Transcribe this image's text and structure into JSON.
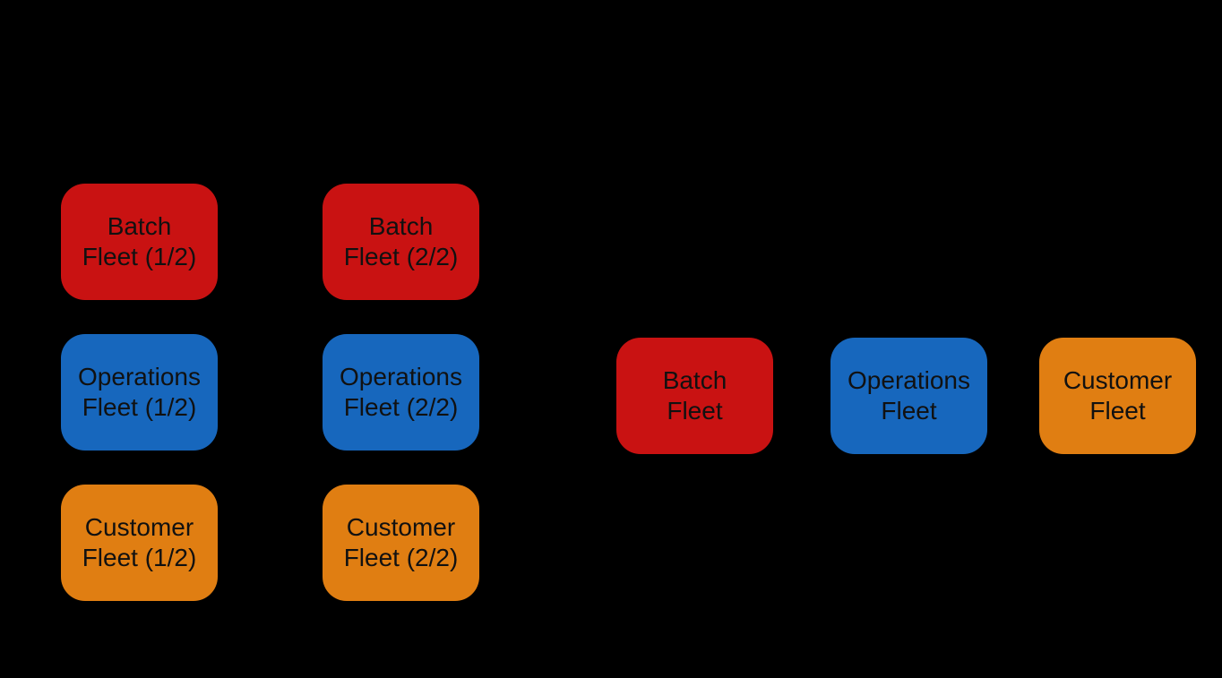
{
  "canvas": {
    "background": "#000000",
    "text_color": "#111111"
  },
  "colors": {
    "batch_red": "#c91212",
    "operations_blue": "#1767bd",
    "customer_orange": "#e07e12"
  },
  "left_group": {
    "columns": [
      {
        "boxes": [
          {
            "label": "Batch\nFleet (1/2)",
            "color": "#c91212"
          },
          {
            "label": "Operations\nFleet (1/2)",
            "color": "#1767bd"
          },
          {
            "label": "Customer\nFleet (1/2)",
            "color": "#e07e12"
          }
        ]
      },
      {
        "boxes": [
          {
            "label": "Batch\nFleet (2/2)",
            "color": "#c91212"
          },
          {
            "label": "Operations\nFleet (2/2)",
            "color": "#1767bd"
          },
          {
            "label": "Customer\nFleet (2/2)",
            "color": "#e07e12"
          }
        ]
      }
    ]
  },
  "right_group": {
    "boxes": [
      {
        "label": "Batch\nFleet",
        "color": "#c91212"
      },
      {
        "label": "Operations\nFleet",
        "color": "#1767bd"
      },
      {
        "label": "Customer\nFleet",
        "color": "#e07e12"
      }
    ]
  }
}
